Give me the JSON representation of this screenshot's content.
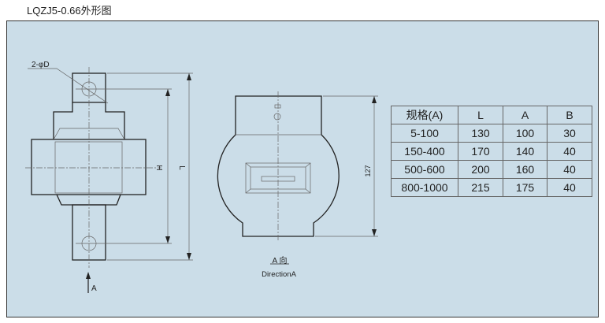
{
  "title": "LQZJ5-0.66外形图",
  "labels": {
    "hole": "2-φD",
    "h": "H",
    "l": "L",
    "arrow_a": "A",
    "dim_127": "127",
    "view_cn": "A 向",
    "view_en": "DirectionA"
  },
  "table": {
    "headers": [
      "规格(A)",
      "L",
      "A",
      "B"
    ],
    "rows": [
      [
        "5-100",
        "130",
        "100",
        "30"
      ],
      [
        "150-400",
        "170",
        "140",
        "40"
      ],
      [
        "500-600",
        "200",
        "160",
        "40"
      ],
      [
        "800-1000",
        "215",
        "175",
        "40"
      ]
    ]
  }
}
